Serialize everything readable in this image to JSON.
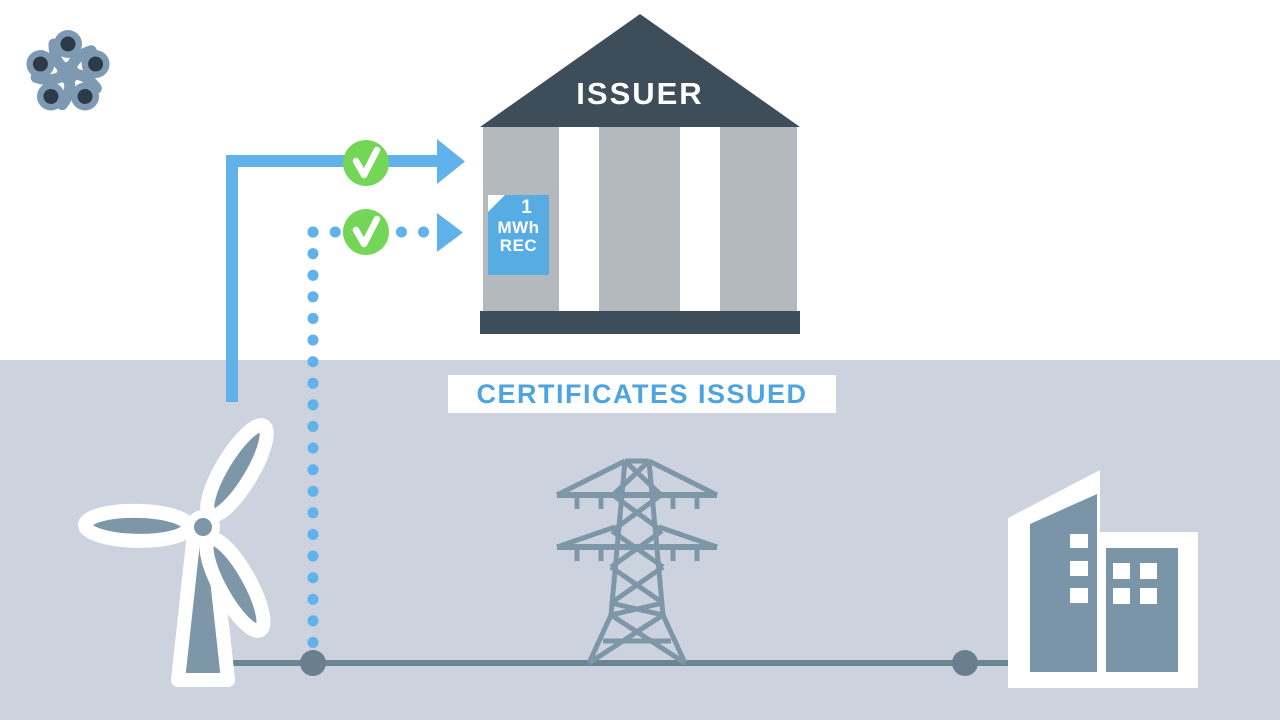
{
  "issuer": {
    "label": "ISSUER"
  },
  "certificate": {
    "value": "1",
    "unit": "MWh",
    "type": "REC"
  },
  "banner": {
    "text": "CERTIFICATES ISSUED"
  },
  "arrows": [
    {
      "id": "solid-verified-arrow",
      "style": "solid",
      "badge": "check"
    },
    {
      "id": "dotted-verified-arrow",
      "style": "dotted",
      "badge": "check"
    }
  ],
  "icons": [
    "brand-swirl-logo-icon",
    "check-icon",
    "certificate-icon",
    "issuer-bank-building-icon",
    "wind-turbine-icon",
    "transmission-tower-icon",
    "consumer-buildings-icon",
    "power-line-node-icon"
  ],
  "colors": {
    "sky": "#ffffff",
    "ground": "#ccd3df",
    "roof_dark": "#3d4d59",
    "building_gray": "#b4b9be",
    "certificate_blue": "#57ace3",
    "arrow_blue": "#61b2ea",
    "check_green": "#74d657",
    "banner_text_blue": "#4da5e0",
    "steel_blue": "#7d97a9",
    "power_line": "#6b8592",
    "node_gray": "#697f8d",
    "logo_petal": "#7e9ab3",
    "logo_dot": "#2c3a49"
  }
}
